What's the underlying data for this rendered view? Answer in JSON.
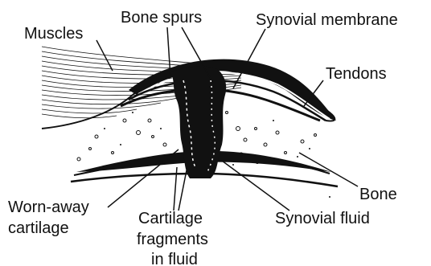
{
  "labels": {
    "muscles": "Muscles",
    "bone_spurs": "Bone spurs",
    "synovial_membrane": "Synovial membrane",
    "tendons": "Tendons",
    "bone": "Bone",
    "worn_away_cartilage_line1": "Worn-away",
    "worn_away_cartilage_line2": "cartilage",
    "cartilage_fragments_line1": "Cartilage",
    "cartilage_fragments_line2": "fragments",
    "cartilage_fragments_line3": "in fluid",
    "synovial_fluid": "Synovial fluid"
  },
  "colors": {
    "ink": "#111111",
    "background": "#ffffff"
  }
}
